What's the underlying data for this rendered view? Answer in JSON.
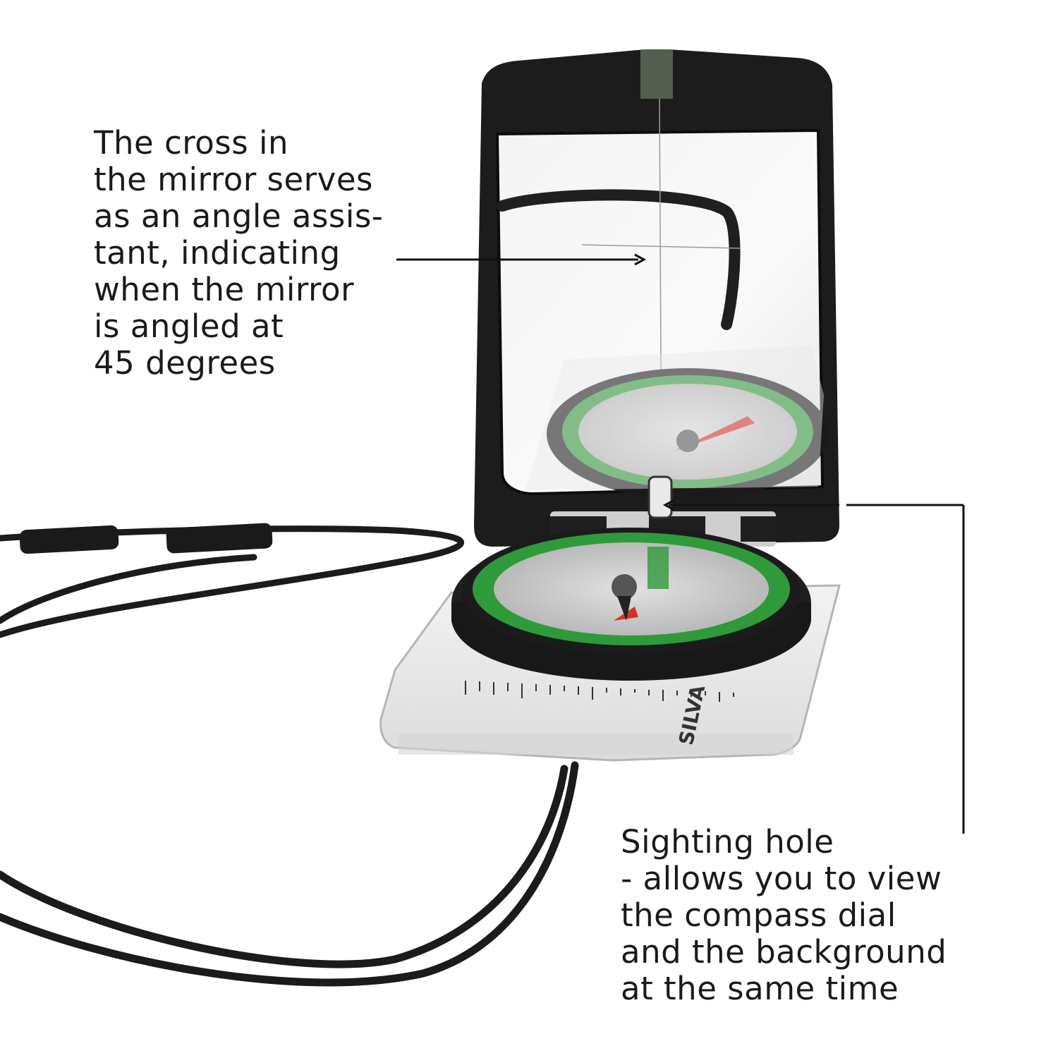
{
  "callouts": {
    "mirror_cross": {
      "lines": [
        "The cross in",
        "the mirror serves",
        "as an angle assis-",
        "tant, indicating",
        "when the mirror",
        "is angled at",
        "45 degrees"
      ]
    },
    "sighting_hole": {
      "lines": [
        "Sighting hole",
        "- allows you to view",
        "the compass dial",
        "and the background",
        "at the same time"
      ]
    }
  },
  "brand": "SILVA",
  "colors": {
    "background": "#ffffff",
    "text": "#1a1a1a",
    "lid": "#1c1c1c",
    "bezel_green": "#2f9a3a",
    "needle_red": "#d9302a"
  }
}
